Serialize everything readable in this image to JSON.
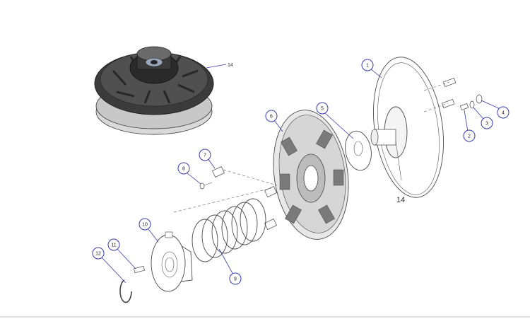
{
  "diagram": {
    "callouts": [
      "1",
      "2",
      "3",
      "4",
      "5",
      "6",
      "7",
      "8",
      "9",
      "10",
      "11",
      "12"
    ],
    "assembly_label": "14",
    "shaft_label": "14"
  },
  "colors": {
    "callout_ring": "#3a3aa8",
    "part_dark": "#2e2e2e",
    "part_line": "#4a4a4a"
  }
}
